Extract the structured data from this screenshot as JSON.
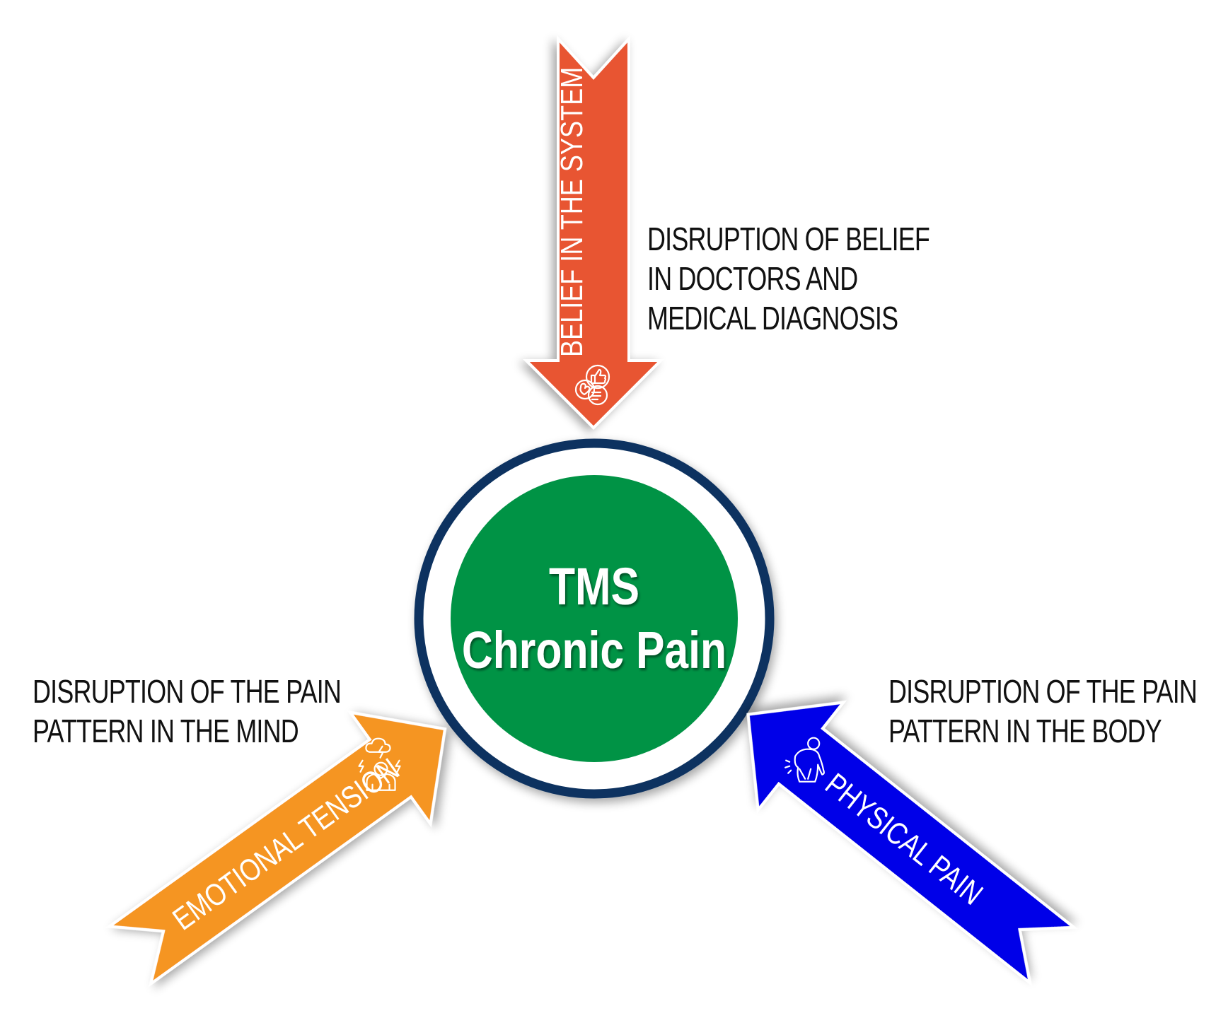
{
  "diagram": {
    "center": {
      "line1": "TMS",
      "line2": "Chronic Pain",
      "fill_color": "#019345",
      "ring_color": "#0d3361"
    },
    "arrows": [
      {
        "id": "belief",
        "label": "BELIEF IN THE SYSTEM",
        "icon": "thumbs-up-heart-chat-icon",
        "color": "#e85532",
        "direction": "down",
        "caption": [
          "DISRUPTION OF BELIEF",
          "IN DOCTORS AND",
          "MEDICAL DIAGNOSIS"
        ]
      },
      {
        "id": "emotional",
        "label": "EMOTIONAL TENSION",
        "icon": "stressed-person-storm-icon",
        "color": "#f59523",
        "direction": "up-right",
        "caption": [
          "DISRUPTION OF THE PAIN",
          "PATTERN IN THE MIND"
        ]
      },
      {
        "id": "physical",
        "label": "PHYSICAL PAIN",
        "icon": "back-pain-person-icon",
        "color": "#0505e8",
        "direction": "up-left",
        "caption": [
          "DISRUPTION OF THE PAIN",
          "PATTERN IN THE BODY"
        ]
      }
    ]
  }
}
